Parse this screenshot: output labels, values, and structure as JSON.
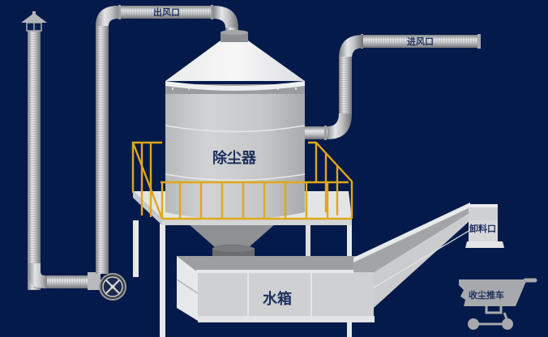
{
  "diagram": {
    "type": "dust-removal-system",
    "background_color": "#031a4a",
    "pipe_color": "#b9bbbe",
    "railing_color": "#e0a818",
    "label_color": "#1d2f5c"
  },
  "labels": {
    "outlet": "出风口",
    "inlet": "进风口",
    "dust_collector": "除尘器",
    "water_tank": "水箱",
    "discharge_port": "卸料口",
    "dust_cart": "收尘推车"
  },
  "components": [
    {
      "id": "exhaust-chimney",
      "icon": "chimney-cap-icon"
    },
    {
      "id": "outlet-pipe",
      "label_ref": "outlet"
    },
    {
      "id": "inlet-pipe",
      "label_ref": "inlet"
    },
    {
      "id": "dust-collector-tank",
      "label_ref": "dust_collector"
    },
    {
      "id": "platform-railing"
    },
    {
      "id": "fan",
      "icon": "fan-icon"
    },
    {
      "id": "water-tank",
      "label_ref": "water_tank"
    },
    {
      "id": "conveyor-trough",
      "label_ref": "discharge_port"
    },
    {
      "id": "dust-cart",
      "icon": "cart-icon",
      "label_ref": "dust_cart"
    }
  ]
}
